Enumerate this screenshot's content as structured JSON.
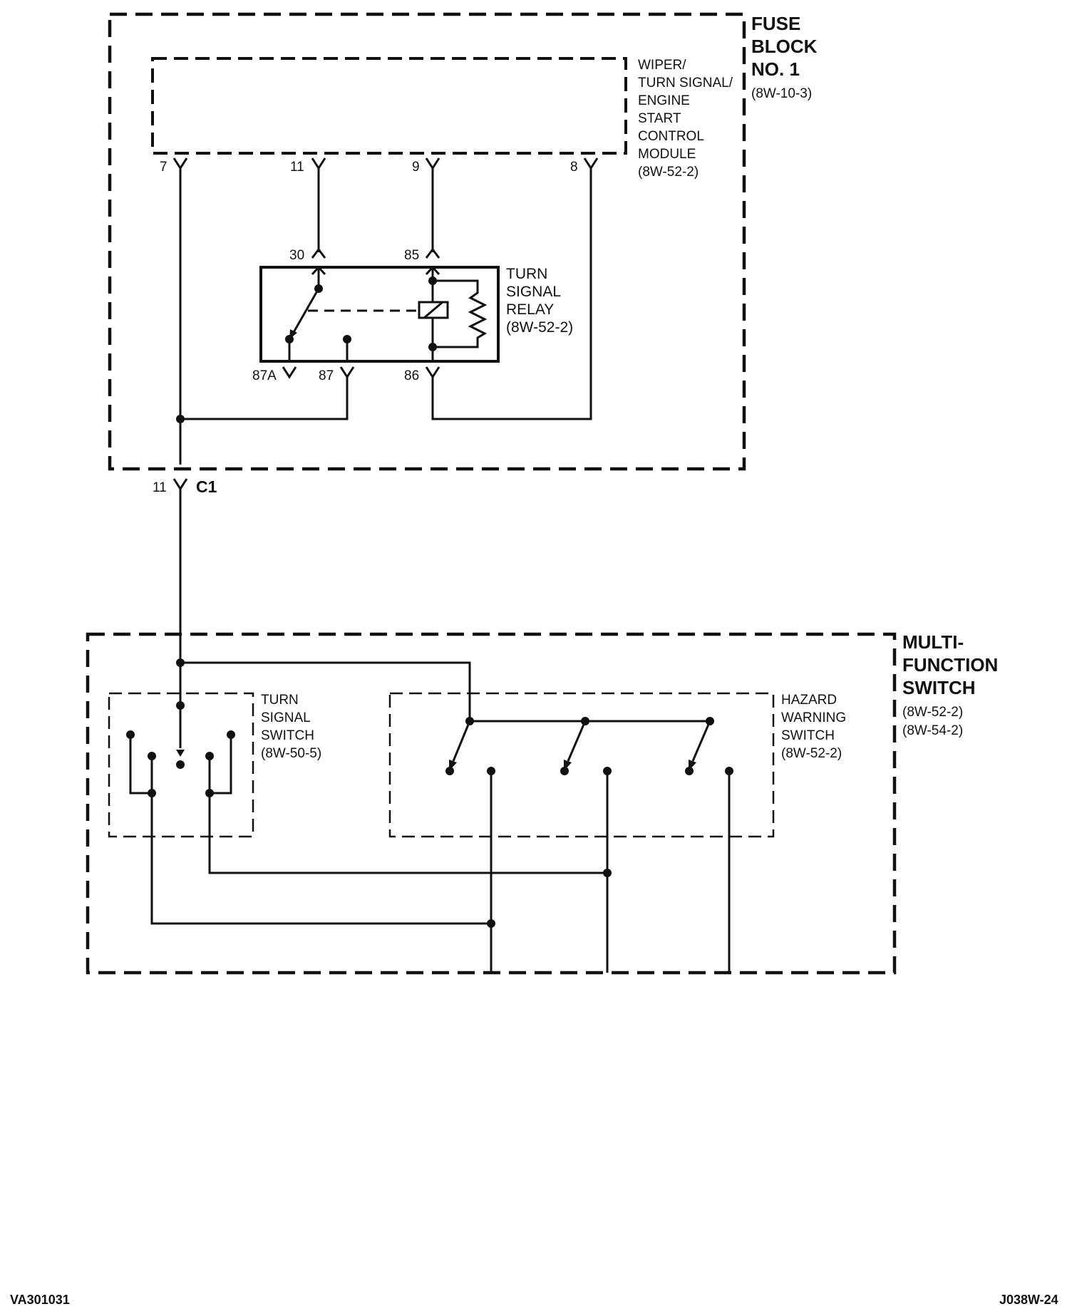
{
  "fuse_block": {
    "line1": "FUSE",
    "line2": "BLOCK",
    "line3": "NO. 1",
    "ref": "(8W-10-3)"
  },
  "module": {
    "lines": [
      "WIPER/",
      "TURN SIGNAL/",
      "ENGINE",
      "START",
      "CONTROL",
      "MODULE",
      "(8W-52-2)"
    ],
    "pins": {
      "p7": "7",
      "p11": "11",
      "p9": "9",
      "p8": "8"
    }
  },
  "relay": {
    "lines": [
      "TURN",
      "SIGNAL",
      "RELAY",
      "(8W-52-2)"
    ],
    "pins": {
      "p30": "30",
      "p85": "85",
      "p87a": "87A",
      "p87": "87",
      "p86": "86"
    }
  },
  "connector": {
    "pin": "11",
    "name": "C1"
  },
  "multifunction_switch": {
    "line1": "MULTI-",
    "line2": "FUNCTION",
    "line3": "SWITCH",
    "ref1": "(8W-52-2)",
    "ref2": "(8W-54-2)"
  },
  "turn_signal_switch": {
    "lines": [
      "TURN",
      "SIGNAL",
      "SWITCH",
      "(8W-50-5)"
    ]
  },
  "hazard_warning_switch": {
    "lines": [
      "HAZARD",
      "WARNING",
      "SWITCH",
      "(8W-52-2)"
    ]
  },
  "footer": {
    "left": "VA301031",
    "right": "J038W-24"
  }
}
